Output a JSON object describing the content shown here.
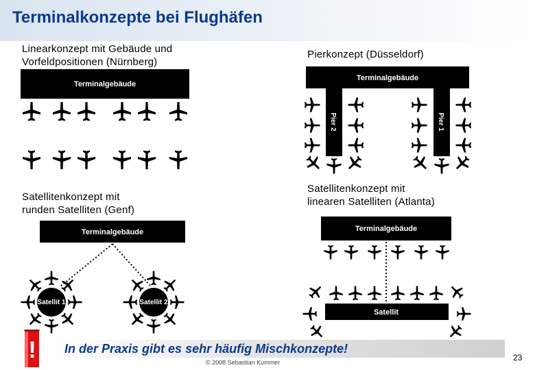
{
  "title": "Terminalkonzepte bei Flughäfen",
  "panels": {
    "linear": {
      "label_line1": "Linearkonzept mit Gebäude und",
      "label_line2": "Vorfeldpositionen (Nürnberg)",
      "building": "Terminalgebäude"
    },
    "pier": {
      "label": "Pierkonzept (Düsseldorf)",
      "building": "Terminalgebäude",
      "pier_left": "Pier 2",
      "pier_right": "Pier 1"
    },
    "round_satellite": {
      "label_line1": "Satellitenkonzept mit",
      "label_line2": "runden Satelliten (Genf)",
      "building": "Terminalgebäude",
      "satellite_1": "Satellit 1",
      "satellite_2": "Satellit 2"
    },
    "linear_satellite": {
      "label_line1": "Satellitenkonzept mit",
      "label_line2": "linearen Satelliten (Atlanta)",
      "building": "Terminalgebäude",
      "satellite": "Satellit"
    }
  },
  "footer": {
    "warning_mark": "!",
    "practice_note": "In der Praxis gibt es sehr häufig Mischkonzepte!",
    "copyright": "© 2008 Sebastian Kummer",
    "page_number": "23"
  },
  "colors": {
    "title": "#0b3a8a",
    "warning": "#e01010",
    "building": "#000000"
  }
}
